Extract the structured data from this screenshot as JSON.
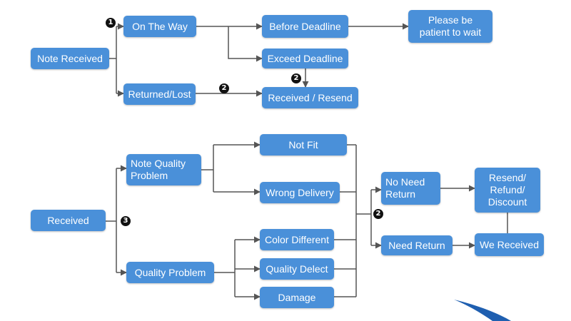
{
  "nodes": {
    "note_received": "Note Received",
    "on_the_way": "On The Way",
    "before_deadline": "Before Deadline",
    "please_wait": "Please be\npatient to wait",
    "exceed_deadline": "Exceed Deadline",
    "returned_lost": "Returned/Lost",
    "received_resend": "Received / Resend",
    "received": "Received",
    "note_quality_problem": "Note Quality\nProblem",
    "not_fit": "Not Fit",
    "wrong_delivery": "Wrong Delivery",
    "quality_problem": "Quality Problem",
    "color_different": "Color Different",
    "quality_delect": "Quality Delect",
    "damage": "Damage",
    "no_need_return": "No Need\nReturn",
    "need_return": "Need Return",
    "resend_refund_discount": "Resend/\nRefund/\nDiscount",
    "we_received": "We Received"
  },
  "badges": {
    "b1": "1",
    "b2a": "2",
    "b2b": "2",
    "b3": "3",
    "b2c": "2"
  },
  "colors": {
    "node": "#4a90d9",
    "line": "#555555",
    "badge": "#111111"
  }
}
